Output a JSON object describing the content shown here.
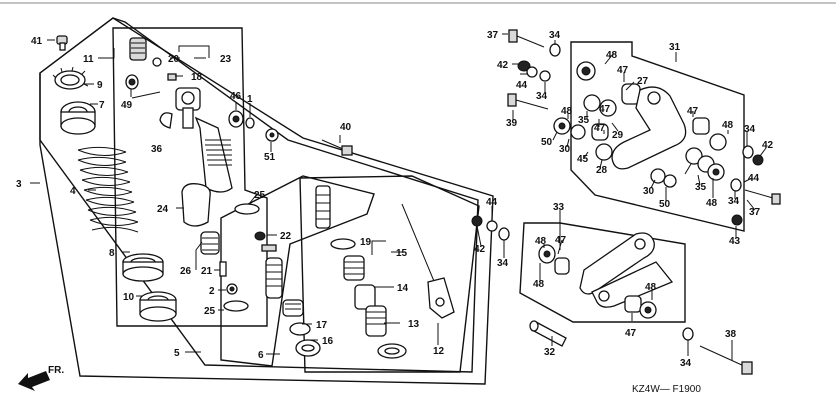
{
  "diagram": {
    "code": "KZ4W— F1900",
    "direction_label": "FR.",
    "callouts": [
      {
        "n": "41"
      },
      {
        "n": "11"
      },
      {
        "n": "20"
      },
      {
        "n": "23"
      },
      {
        "n": "18"
      },
      {
        "n": "9"
      },
      {
        "n": "7"
      },
      {
        "n": "49"
      },
      {
        "n": "46"
      },
      {
        "n": "1"
      },
      {
        "n": "36"
      },
      {
        "n": "51"
      },
      {
        "n": "40"
      },
      {
        "n": "3"
      },
      {
        "n": "4"
      },
      {
        "n": "25"
      },
      {
        "n": "24"
      },
      {
        "n": "22"
      },
      {
        "n": "19"
      },
      {
        "n": "15"
      },
      {
        "n": "8"
      },
      {
        "n": "26"
      },
      {
        "n": "21"
      },
      {
        "n": "2"
      },
      {
        "n": "10"
      },
      {
        "n": "14"
      },
      {
        "n": "25"
      },
      {
        "n": "17"
      },
      {
        "n": "13"
      },
      {
        "n": "16"
      },
      {
        "n": "5"
      },
      {
        "n": "6"
      },
      {
        "n": "12"
      },
      {
        "n": "37"
      },
      {
        "n": "34"
      },
      {
        "n": "48"
      },
      {
        "n": "31"
      },
      {
        "n": "42"
      },
      {
        "n": "44"
      },
      {
        "n": "34"
      },
      {
        "n": "47"
      },
      {
        "n": "27"
      },
      {
        "n": "39"
      },
      {
        "n": "48"
      },
      {
        "n": "35"
      },
      {
        "n": "47"
      },
      {
        "n": "47"
      },
      {
        "n": "29"
      },
      {
        "n": "50"
      },
      {
        "n": "30"
      },
      {
        "n": "45"
      },
      {
        "n": "28"
      },
      {
        "n": "48"
      },
      {
        "n": "34"
      },
      {
        "n": "42"
      },
      {
        "n": "44"
      },
      {
        "n": "47"
      },
      {
        "n": "35"
      },
      {
        "n": "48"
      },
      {
        "n": "30"
      },
      {
        "n": "50"
      },
      {
        "n": "34"
      },
      {
        "n": "37"
      },
      {
        "n": "43"
      },
      {
        "n": "44"
      },
      {
        "n": "33"
      },
      {
        "n": "42"
      },
      {
        "n": "34"
      },
      {
        "n": "48"
      },
      {
        "n": "47"
      },
      {
        "n": "48"
      },
      {
        "n": "48"
      },
      {
        "n": "47"
      },
      {
        "n": "32"
      },
      {
        "n": "38"
      },
      {
        "n": "34"
      }
    ]
  }
}
